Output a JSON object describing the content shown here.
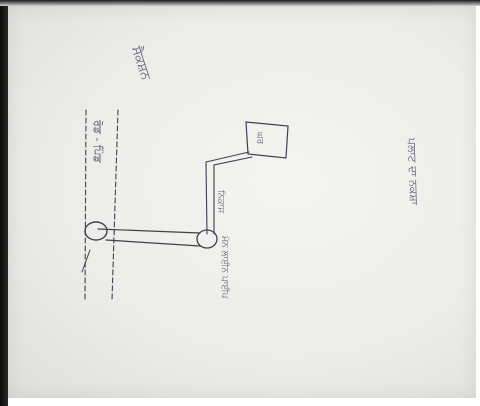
{
  "document": {
    "corner_note": "ਸੈਕਸ਼ਨ",
    "title": "ਪਲਾਟ ਦਾ ਨਕਸ਼ਾ",
    "box_label": "ਘਰ",
    "road_label": "ਰੋਡ - ਪਿੰਡ",
    "pipe_label_1": "ਨਿਕਾਸ",
    "pipe_label_2": "ਮੇਨ ਲਾਈਨ ਪਾਈਪ",
    "colors": {
      "paper": "#ecece8",
      "ink": "#3f3f55",
      "dark_edge": "#0d0d0d"
    }
  }
}
